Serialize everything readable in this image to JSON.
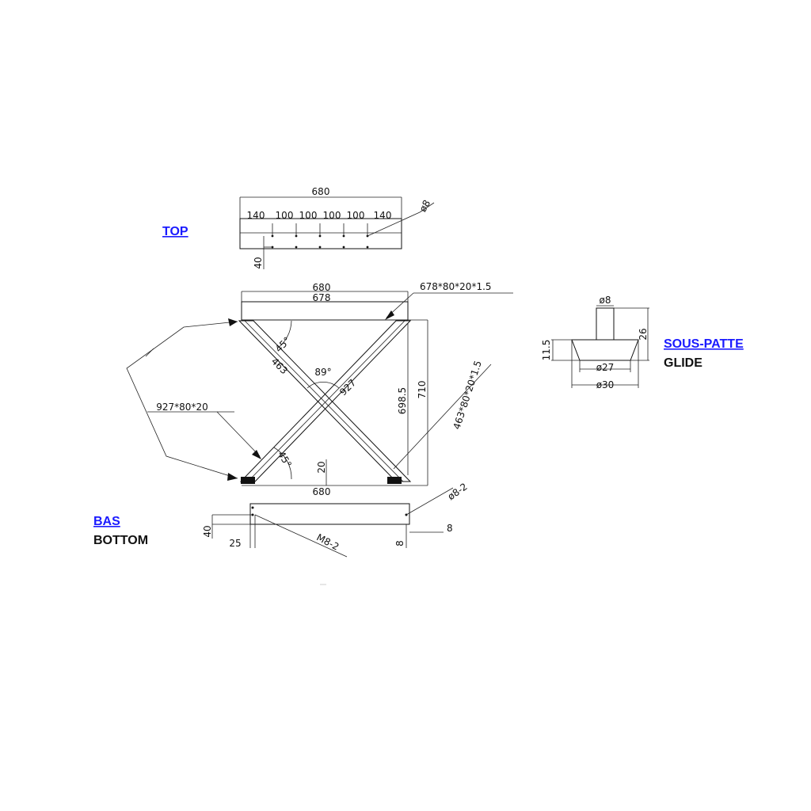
{
  "labels": {
    "top": "TOP",
    "bas": "BAS",
    "bottom": "BOTTOM",
    "sous_patte": "SOUS-PATTE",
    "glide": "GLIDE"
  },
  "top_view": {
    "overall": "680",
    "spacing": [
      "140",
      "100",
      "100",
      "100",
      "100",
      "140"
    ],
    "offset": "40",
    "hole": "ø8"
  },
  "front_view": {
    "top_outer": "680",
    "top_inner": "678",
    "top_beam": "678*80*20*1.5",
    "angle_top": "45°",
    "angle_center": "89°",
    "angle_bottom": "45°",
    "half_leg": "463",
    "full_leg": "927",
    "leg_profile": "927*80*20",
    "half_profile": "463*80*20*1.5",
    "inner_height": "698.5",
    "total_height": "710",
    "foot_height": "20",
    "bottom_width": "680"
  },
  "bottom_view": {
    "width_40": "40",
    "dim_25": "25",
    "thread": "M8-2",
    "hole": "ø8-2",
    "dim_8a": "8",
    "dim_8b": "8"
  },
  "glide": {
    "stem": "ø8",
    "height": "26",
    "base_h": "11.5",
    "inner_d": "ø27",
    "outer_d": "ø30"
  }
}
